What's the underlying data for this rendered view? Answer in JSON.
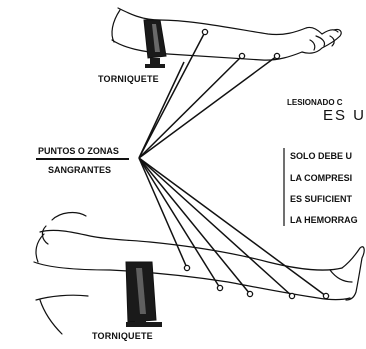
{
  "labels": {
    "tourniquet_top": "TORNIQUETE",
    "tourniquet_bottom": "TORNIQUETE",
    "zones_line1": "PUNTOS O ZONAS",
    "zones_line2": "SANGRANTES",
    "injured_line1": "LESIONADO C",
    "injured_line2": "ES U",
    "note_line1": "SOLO DEBE U",
    "note_line2": "LA COMPRESI",
    "note_line3": "ES SUFICIENT",
    "note_line4": "LA HEMORRAG"
  },
  "colors": {
    "ink": "#111111",
    "band": "#1a1a1a",
    "background": "#ffffff"
  }
}
